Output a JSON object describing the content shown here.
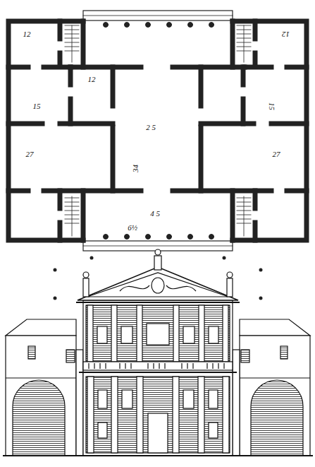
{
  "diagram": {
    "labels": [
      "12",
      "12",
      "15",
      "12",
      "2 5",
      "15",
      "27",
      "27",
      "34",
      "4 5",
      "6½"
    ]
  }
}
